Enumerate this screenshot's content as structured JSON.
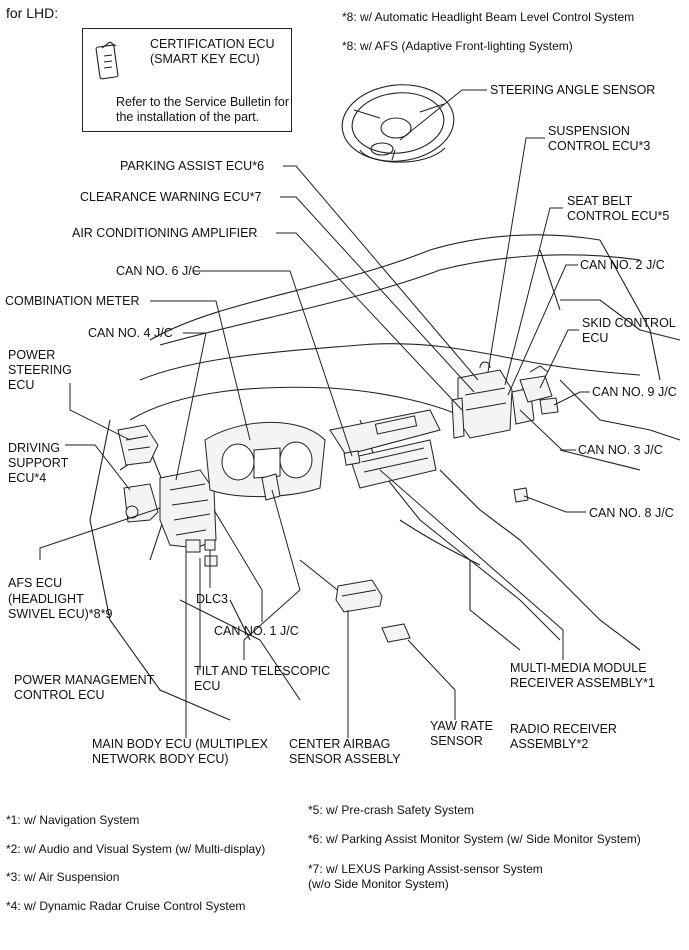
{
  "header": {
    "variant": "for LHD:",
    "note_8a": "*8: w/ Automatic Headlight Beam Level Control System",
    "note_8b": "*8: w/ AFS (Adaptive Front-lighting System)"
  },
  "inset": {
    "title1": "CERTIFICATION ECU",
    "title2": "(SMART KEY ECU)",
    "ref1": "Refer to the Service Bulletin for",
    "ref2": "the installation of the part."
  },
  "labels": {
    "steering_angle": "STEERING ANGLE SENSOR",
    "suspension1": "SUSPENSION",
    "suspension2": "CONTROL ECU*3",
    "parking_assist": "PARKING ASSIST ECU*6",
    "seat_belt1": "SEAT BELT",
    "seat_belt2": "CONTROL ECU*5",
    "clearance": "CLEARANCE WARNING ECU*7",
    "air_cond": "AIR CONDITIONING AMPLIFIER",
    "can6": "CAN NO. 6 J/C",
    "can2": "CAN NO. 2 J/C",
    "combination": "COMBINATION METER",
    "skid1": "SKID CONTROL",
    "skid2": "ECU",
    "can4": "CAN NO. 4 J/C",
    "power_steer1": "POWER",
    "power_steer2": "STEERING",
    "power_steer3": "ECU",
    "can9": "CAN NO. 9 J/C",
    "driving1": "DRIVING",
    "driving2": "SUPPORT",
    "driving3": "ECU*4",
    "can3": "CAN NO. 3 J/C",
    "can8": "CAN NO. 8 J/C",
    "afs1": "AFS ECU",
    "afs2": "(HEADLIGHT",
    "afs3": "SWIVEL ECU)*8*9",
    "dlc3": "DLC3",
    "can1": "CAN NO. 1 J/C",
    "tilt1": "TILT AND TELESCOPIC",
    "tilt2": "ECU",
    "power_mgmt1": "POWER MANAGEMENT",
    "power_mgmt2": "CONTROL ECU",
    "multimedia1": "MULTI-MEDIA MODULE",
    "multimedia2": "RECEIVER ASSEMBLY*1",
    "main_body1": "MAIN BODY ECU (MULTIPLEX",
    "main_body2": "NETWORK BODY ECU)",
    "airbag1": "CENTER AIRBAG",
    "airbag2": "SENSOR ASSEBLY",
    "yaw1": "YAW RATE",
    "yaw2": "SENSOR",
    "radio1": "RADIO RECEIVER",
    "radio2": "ASSEMBLY*2"
  },
  "footnotes": {
    "n1": "*1: w/ Navigation System",
    "n2": "*2: w/ Audio and Visual System (w/ Multi-display)",
    "n3": "*3: w/ Air Suspension",
    "n4": "*4: w/ Dynamic Radar Cruise Control System",
    "n5": "*5: w/ Pre-crash Safety System",
    "n6": "*6: w/ Parking Assist Monitor System (w/ Side Monitor System)",
    "n7a": "*7: w/ LEXUS Parking Assist-sensor System",
    "n7b": "(w/o Side Monitor System)"
  }
}
